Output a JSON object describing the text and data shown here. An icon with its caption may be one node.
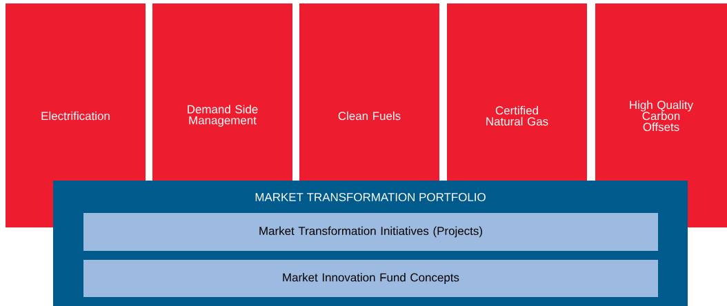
{
  "diagram": {
    "nodes": [
      {
        "text": [
          "Electrification"
        ]
      },
      {
        "text": [
          "Demand Side Management"
        ]
      },
      {
        "text": [
          "Clean Fuels"
        ]
      },
      {
        "text": [
          "Certified Natural Gas"
        ]
      },
      {
        "text": [
          "High Quality Carbon Offsets"
        ]
      },
      {
        "text": [
          "MARKET TRANSFORMATION PORTFOLIO"
        ]
      },
      {
        "text": [
          "Market Transformation Initiatives (Projects)"
        ],
        "in": 5
      },
      {
        "text": [
          "Market Innovation Fund Concepts"
        ],
        "in": 5
      }
    ]
  }
}
